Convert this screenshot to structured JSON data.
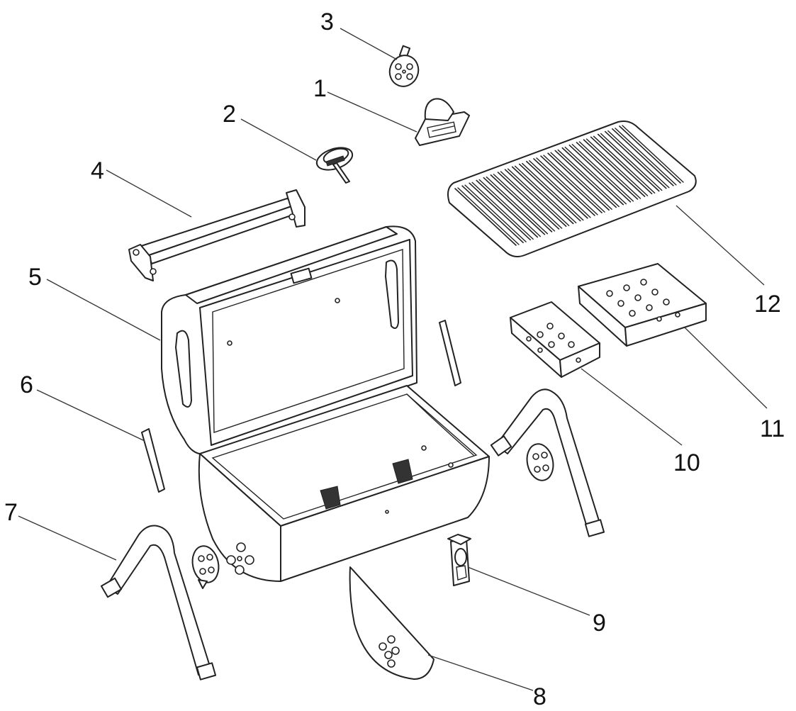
{
  "callouts": [
    {
      "id": "1",
      "label": "1"
    },
    {
      "id": "2",
      "label": "2"
    },
    {
      "id": "3",
      "label": "3"
    },
    {
      "id": "4",
      "label": "4"
    },
    {
      "id": "5",
      "label": "5"
    },
    {
      "id": "6",
      "label": "6"
    },
    {
      "id": "7",
      "label": "7"
    },
    {
      "id": "8",
      "label": "8"
    },
    {
      "id": "9",
      "label": "9"
    },
    {
      "id": "10",
      "label": "10"
    },
    {
      "id": "11",
      "label": "11"
    },
    {
      "id": "12",
      "label": "12"
    }
  ],
  "colors": {
    "line": "#222222",
    "background": "#ffffff"
  }
}
